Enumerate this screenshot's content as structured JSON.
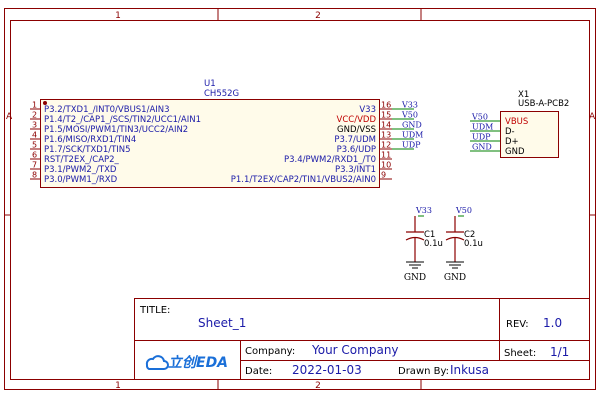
{
  "frame": {
    "top_zones": [
      "1",
      "2"
    ],
    "bottom_zones": [
      "1",
      "2"
    ],
    "left_zone": "A",
    "right_zone": "A"
  },
  "u1": {
    "designator": "U1",
    "part": "CH552G",
    "left_pins": [
      {
        "num": "1",
        "name": "P3.2/TXD1_/INT0/VBUS1/AIN3"
      },
      {
        "num": "2",
        "name": "P1.4/T2_/CAP1_/SCS/TIN2/UCC1/AIN1"
      },
      {
        "num": "3",
        "name": "P1.5/MOSI/PWM1/TIN3/UCC2/AIN2"
      },
      {
        "num": "4",
        "name": "P1.6/MISO/RXD1/TIN4"
      },
      {
        "num": "5",
        "name": "P1.7/SCK/TXD1/TIN5"
      },
      {
        "num": "6",
        "name": "RST/T2EX_/CAP2_"
      },
      {
        "num": "7",
        "name": "P3.1/PWM2_/TXD"
      },
      {
        "num": "8",
        "name": "P3.0/PWM1_/RXD"
      }
    ],
    "right_pins": [
      {
        "num": "16",
        "name": "V33",
        "net": "V33"
      },
      {
        "num": "15",
        "name": "VCC/VDD",
        "net": "V50"
      },
      {
        "num": "14",
        "name": "GND/VSS",
        "net": "GND"
      },
      {
        "num": "13",
        "name": "P3.7/UDM",
        "net": "UDM"
      },
      {
        "num": "12",
        "name": "P3.6/UDP",
        "net": "UDP"
      },
      {
        "num": "11",
        "name": "P3.4/PWM2/RXD1_/T0",
        "net": ""
      },
      {
        "num": "10",
        "name": "P3.3/INT1",
        "net": ""
      },
      {
        "num": "9",
        "name": "P1.1/T2EX/CAP2/TIN1/VBUS2/AIN0",
        "net": ""
      }
    ]
  },
  "x1": {
    "designator": "X1",
    "part": "USB-A-PCB2",
    "pins": [
      {
        "name": "VBUS",
        "net": "V50"
      },
      {
        "name": "D-",
        "net": "UDM"
      },
      {
        "name": "D+",
        "net": "UDP"
      },
      {
        "name": "GND",
        "net": "GND"
      }
    ]
  },
  "c1": {
    "designator": "C1",
    "value": "0.1u",
    "top_net": "V33",
    "bottom_net": "GND"
  },
  "c2": {
    "designator": "C2",
    "value": "0.1u",
    "top_net": "V50",
    "bottom_net": "GND"
  },
  "title_block": {
    "title_label": "TITLE:",
    "title": "Sheet_1",
    "rev_label": "REV:",
    "rev": "1.0",
    "company_label": "Company:",
    "company": "Your Company",
    "sheet_label": "Sheet:",
    "sheet": "1/1",
    "date_label": "Date:",
    "date": "2022-01-03",
    "drawn_label": "Drawn By:",
    "drawn": "Inkusa",
    "logo_text": "立创EDA"
  },
  "colors": {
    "frame": "#8b0000",
    "text_blue": "#1a1aa8",
    "wire_green": "#008000",
    "logo_blue": "#1a6fd8"
  }
}
